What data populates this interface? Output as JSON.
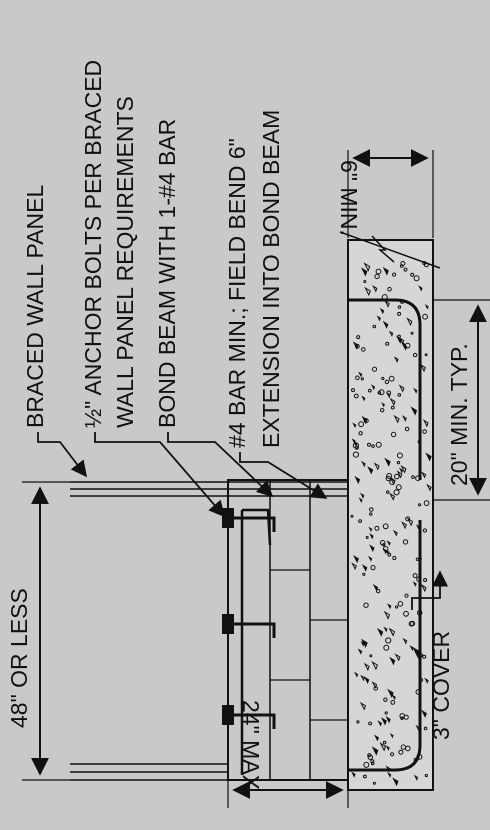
{
  "labels": {
    "braced_wall_panel": "BRACED WALL PANEL",
    "anchor_bolts_line1": "½\" ANCHOR BOLTS PER BRACED",
    "anchor_bolts_line2": "WALL PANEL REQUIREMENTS",
    "bond_beam": "BOND BEAM WITH 1-#4 BAR",
    "bar_line1": "#4 BAR MIN.; FIELD BEND 6\"",
    "bar_line2": "EXTENSION INTO BOND BEAM",
    "panel_height": "48\" OR LESS",
    "max_24": "24\" MAX.",
    "min_6": "6\" MIN.",
    "typ_20": "20\" MIN. TYP.",
    "cover_3": "3\" COVER"
  },
  "colors": {
    "ink": "#111111",
    "paper": "#c9c9c9",
    "concrete": "#d6d6d6"
  }
}
